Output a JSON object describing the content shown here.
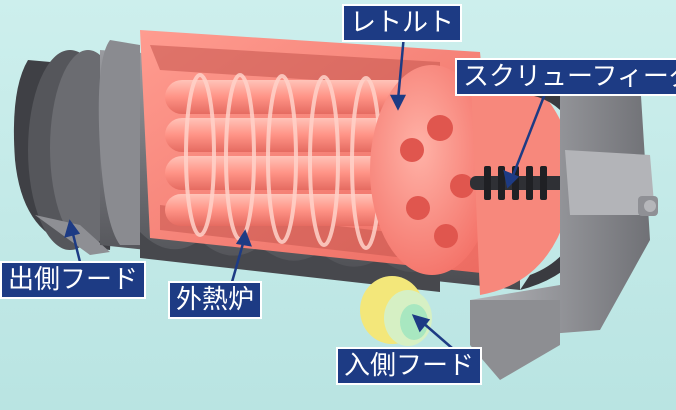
{
  "labels": {
    "retort": "レトルト",
    "screw_feeder": "スクリューフィーダ",
    "outlet_hood": "出側フード",
    "external_furnace": "外熱炉",
    "inlet_hood": "入側フード"
  },
  "colors": {
    "background": "#c7ecea",
    "label_fill": "#1d3b84",
    "label_border": "#ffffff",
    "retort_interior": "#f27f76",
    "steel_gray": "#8d8e92"
  }
}
